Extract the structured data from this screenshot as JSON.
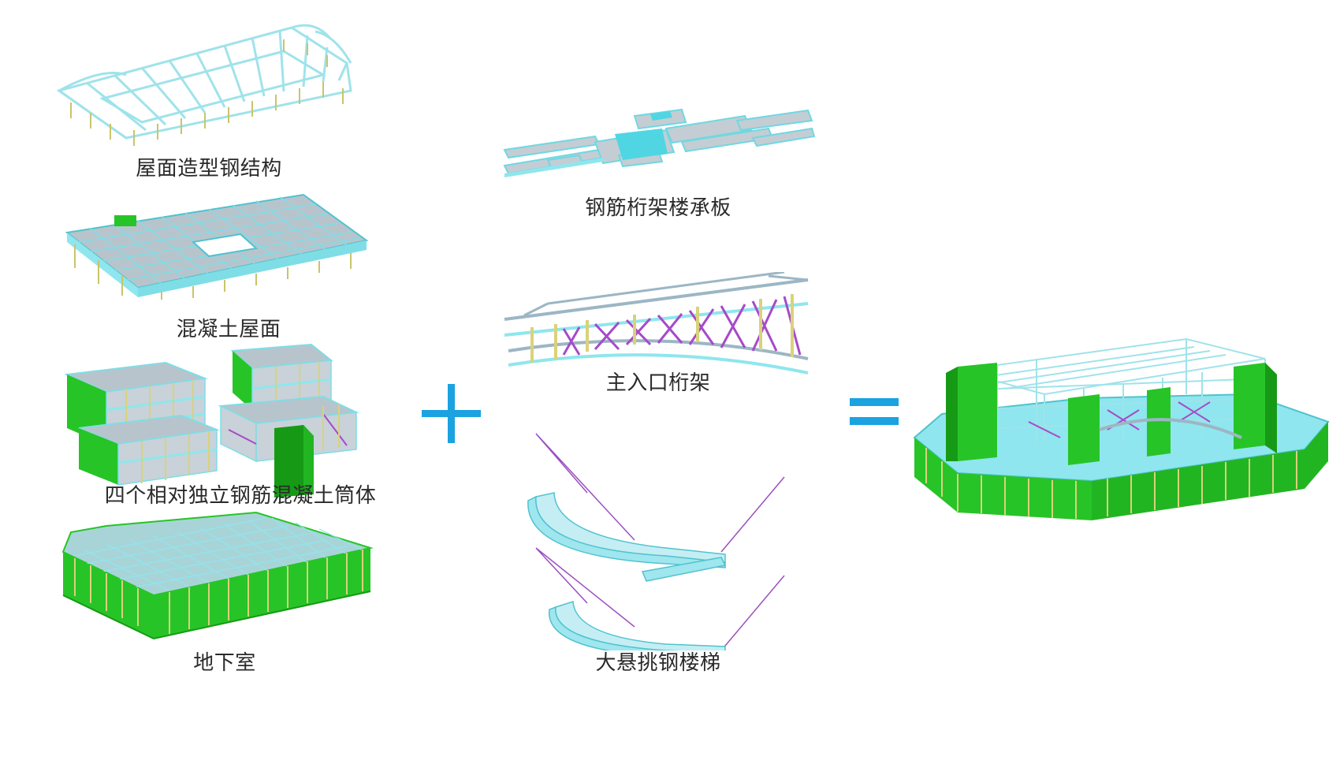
{
  "colors": {
    "beam": "#8fe6ee",
    "beam_dark": "#4fc3cf",
    "slab": "#b8c4cc",
    "wall": "#27c427",
    "wall_dark": "#159a15",
    "column": "#d9d27a",
    "brace": "#a64ac9",
    "operator": "#1aa3e0",
    "text": "#2a2a2a"
  },
  "components": [
    {
      "id": "roof-steel",
      "label": "屋面造型钢结构",
      "icon": "roof-steel-frame-model"
    },
    {
      "id": "concrete-roof",
      "label": "混凝土屋面",
      "icon": "concrete-roof-model"
    },
    {
      "id": "cores",
      "label": "四个相对独立钢筋混凝土筒体",
      "icon": "four-core-tubes-model"
    },
    {
      "id": "basement",
      "label": "地下室",
      "icon": "basement-model"
    },
    {
      "id": "deck",
      "label": "钢筋桁架楼承板",
      "icon": "steel-truss-deck-model"
    },
    {
      "id": "entrance-truss",
      "label": "主入口桁架",
      "icon": "main-entrance-truss-model"
    },
    {
      "id": "stair",
      "label": "大悬挑钢楼梯",
      "icon": "cantilever-steel-stair-model"
    }
  ],
  "operators": {
    "plus": "plus-icon",
    "equals": "equals-icon"
  },
  "result": {
    "icon": "complete-building-model"
  }
}
